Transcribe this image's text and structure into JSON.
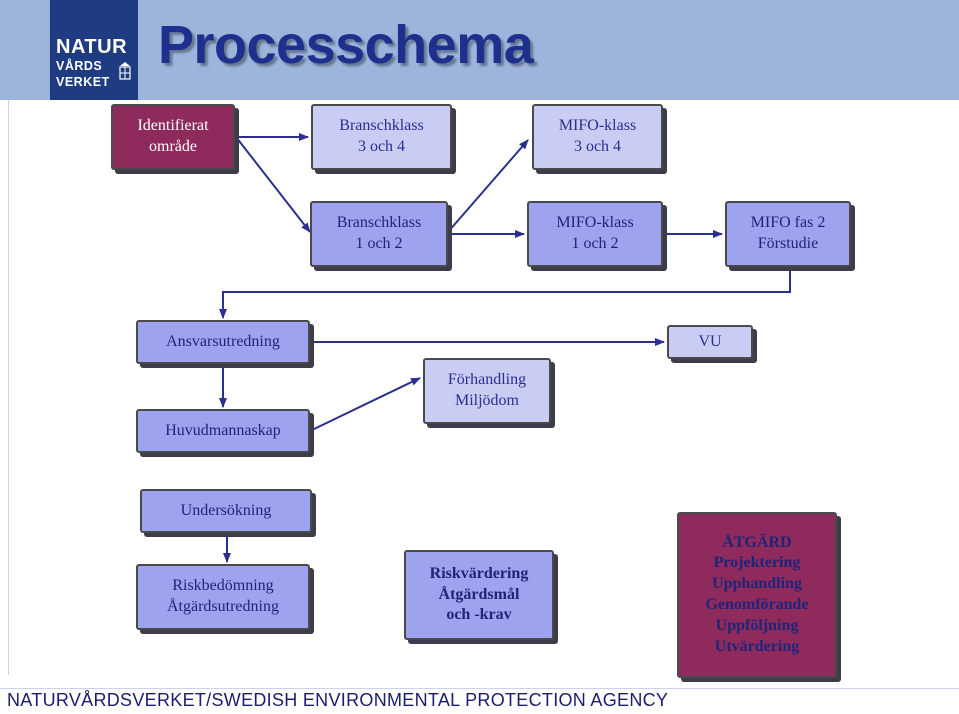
{
  "header": {
    "title": "Processchema",
    "logo": {
      "line1": "NATUR",
      "line2": "VÅRDS",
      "line3": "VERKET"
    }
  },
  "boxes": {
    "identifierat": [
      "Identifierat",
      "område"
    ],
    "bransch34": [
      "Branschklass",
      "3 och 4"
    ],
    "mifo34": [
      "MIFO-klass",
      "3 och 4"
    ],
    "bransch12": [
      "Branschklass",
      "1 och 2"
    ],
    "mifo12": [
      "MIFO-klass",
      "1 och 2"
    ],
    "mifofas2": [
      "MIFO fas 2",
      "Förstudie"
    ],
    "ansvar": [
      "Ansvarsutredning"
    ],
    "vu": [
      "VU"
    ],
    "huvudman": [
      "Huvudmannaskap"
    ],
    "forhandling": [
      "Förhandling",
      "Miljödom"
    ],
    "undersokning": [
      "Undersökning"
    ],
    "riskbed": [
      "Riskbedömning",
      "Åtgärdsutredning"
    ],
    "riskvard": [
      "Riskvärdering",
      "Åtgärdsmål",
      "och -krav"
    ],
    "atgard": [
      "ÅTGÄRD",
      "Projektering",
      "Upphandling",
      "Genomförande",
      "Uppföljning",
      "Utvärdering"
    ]
  },
  "footer": {
    "text": "NATURVÅRDSVERKET/SWEDISH ENVIRONMENTAL PROTECTION AGENCY"
  },
  "colors": {
    "header_bg": "#9db5dc",
    "title": "#1f2f8e",
    "light_box": "#c9cdf4",
    "mid_box": "#9da3ee",
    "dark_box": "#8e2b5c",
    "arrow": "#2b2f8e",
    "footer_text": "#1a1e6e"
  }
}
